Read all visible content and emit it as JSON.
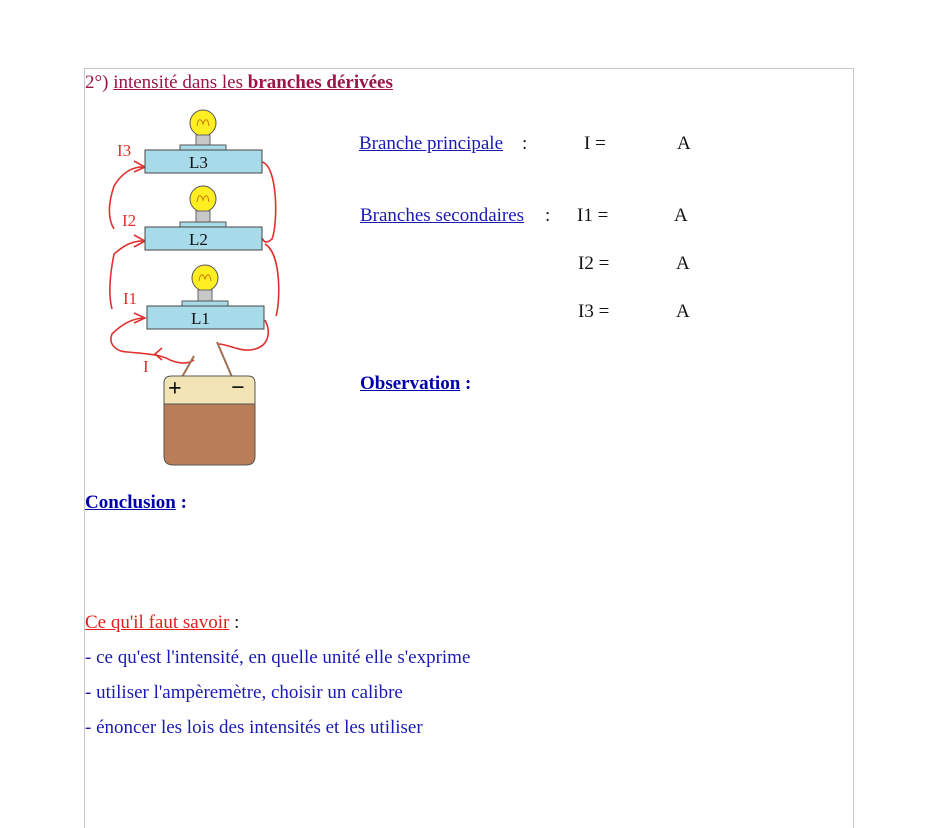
{
  "section": {
    "number": "2°)",
    "title_plain": "intensité dans les",
    "title_bold": "branches dérivées"
  },
  "diagram": {
    "lamp_labels": [
      "L3",
      "L2",
      "L1"
    ],
    "current_labels": [
      "I3",
      "I2",
      "I1",
      "I"
    ],
    "battery_plus": "+",
    "battery_minus": "−",
    "colors": {
      "wire": "#e0302e",
      "lamp_base": "#a8dbe9",
      "bulb": "#ffee22",
      "battery_top": "#f3e4b5",
      "battery_body": "#b97e58"
    }
  },
  "measures": {
    "main_label": "Branche principale",
    "main_colon": ":",
    "main_var": "I =",
    "main_unit": "A",
    "secondary_label": "Branches secondaires",
    "secondary_colon": ":",
    "rows": [
      {
        "var": "I1 =",
        "unit": "A"
      },
      {
        "var": "I2 =",
        "unit": "A"
      },
      {
        "var": "I3 =",
        "unit": "A"
      }
    ]
  },
  "observation": {
    "label": "Observation",
    "colon": ":"
  },
  "conclusion": {
    "label": "Conclusion",
    "colon": ":"
  },
  "savoir": {
    "title": "Ce qu'il faut savoir",
    "colon": ":",
    "items": [
      "- ce qu'est l'intensité, en quelle unité elle s'exprime",
      "- utiliser l'ampèremètre, choisir un calibre",
      "- énoncer les lois des intensités et les utiliser"
    ]
  }
}
